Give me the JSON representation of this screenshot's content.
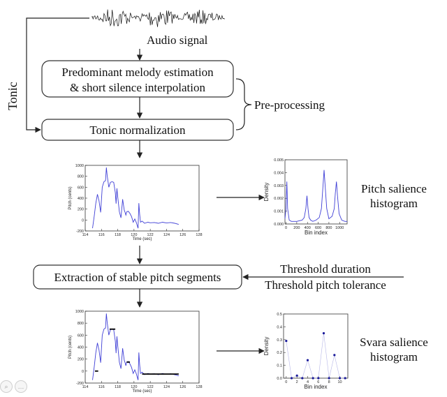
{
  "diagram": {
    "audio_label": "Audio signal",
    "tonic_label": "Tonic",
    "box_melody_line1": "Predominant melody estimation",
    "box_melody_line2": "& short silence interpolation",
    "box_tonic_norm": "Tonic normalization",
    "preprocessing_label": "Pre-processing",
    "box_extraction": "Extraction of stable pitch segments",
    "threshold_duration": "Threshold duration",
    "threshold_pitch": "Threshold pitch tolerance",
    "pitch_hist_line1": "Pitch salience",
    "pitch_hist_line2": "histogram",
    "svara_hist_line1": "Svara salience",
    "svara_hist_line2": "histogram"
  },
  "chart_data": [
    {
      "type": "line",
      "xlabel": "Time (sec)",
      "ylabel": "Pitch (cents)",
      "xlim": [
        114,
        128
      ],
      "ylim": [
        -200,
        1000
      ],
      "xticks": [
        114,
        116,
        118,
        120,
        122,
        124,
        126,
        128
      ],
      "yticks": [
        -200,
        0,
        200,
        400,
        600,
        800,
        1000
      ],
      "series": [
        {
          "x": [
            114.9,
            115.1,
            115.3,
            115.5,
            115.7,
            115.9,
            116.1,
            116.3,
            116.5,
            116.6,
            116.7,
            116.9,
            117.1,
            117.3,
            117.5,
            117.7,
            117.8,
            117.9,
            118.0,
            118.2,
            118.4,
            118.6,
            118.8,
            118.9,
            119.0,
            119.1,
            119.3,
            119.5,
            119.7,
            119.9,
            120.1,
            120.3,
            120.5,
            120.6,
            120.7,
            120.8,
            121.0,
            121.3,
            121.7,
            122.0,
            122.5,
            123.0,
            123.5,
            124.0,
            124.5,
            125.0,
            125.5
          ],
          "y": [
            -150,
            60,
            300,
            470,
            350,
            140,
            600,
            700,
            720,
            960,
            820,
            600,
            690,
            700,
            690,
            500,
            300,
            580,
            420,
            150,
            40,
            380,
            180,
            140,
            90,
            150,
            160,
            120,
            60,
            -40,
            20,
            -50,
            -150,
            310,
            100,
            -40,
            -20,
            -60,
            -40,
            -50,
            -45,
            -60,
            -40,
            -55,
            -45,
            -60,
            -80
          ]
        }
      ]
    },
    {
      "type": "line",
      "xlabel": "Bin index",
      "ylabel": "Density",
      "xlim": [
        -20,
        1140
      ],
      "ylim": [
        0,
        0.005
      ],
      "xticks": [
        0,
        200,
        400,
        600,
        800,
        1000
      ],
      "yticks": [
        0.0,
        0.001,
        0.002,
        0.003,
        0.004,
        0.005
      ],
      "series": [
        {
          "x": [
            -20,
            0,
            15,
            30,
            60,
            100,
            200,
            300,
            340,
            370,
            390,
            410,
            430,
            460,
            500,
            560,
            620,
            660,
            690,
            710,
            730,
            760,
            800,
            860,
            900,
            920,
            940,
            960,
            990,
            1040,
            1100,
            1140
          ],
          "y": [
            0.0004,
            0.0012,
            0.0033,
            0.0012,
            0.0003,
            0.0002,
            0.0002,
            0.0003,
            0.0005,
            0.0012,
            0.0022,
            0.0012,
            0.0005,
            0.0003,
            0.0002,
            0.0003,
            0.0005,
            0.0012,
            0.003,
            0.0042,
            0.003,
            0.0012,
            0.0004,
            0.0006,
            0.0012,
            0.0024,
            0.0033,
            0.0022,
            0.0008,
            0.0003,
            0.0002,
            0.0002
          ]
        }
      ]
    },
    {
      "type": "line",
      "xlabel": "Time (sec)",
      "ylabel": "Pitch (cents)",
      "xlim": [
        114,
        128
      ],
      "ylim": [
        -200,
        1000
      ],
      "xticks": [
        114,
        116,
        118,
        120,
        122,
        124,
        126,
        128
      ],
      "yticks": [
        -200,
        0,
        200,
        400,
        600,
        800,
        1000
      ],
      "series": [
        {
          "x": [
            114.9,
            115.1,
            115.3,
            115.5,
            115.7,
            115.9,
            116.1,
            116.3,
            116.5,
            116.6,
            116.7,
            116.9,
            117.1,
            117.3,
            117.5,
            117.7,
            117.8,
            117.9,
            118.0,
            118.2,
            118.4,
            118.6,
            118.8,
            118.9,
            119.0,
            119.1,
            119.3,
            119.5,
            119.7,
            119.9,
            120.1,
            120.3,
            120.5,
            120.6,
            120.7,
            120.8,
            121.0,
            121.3,
            121.7,
            122.0,
            122.5,
            123.0,
            123.5,
            124.0,
            124.5,
            125.0,
            125.5
          ],
          "y": [
            -150,
            60,
            300,
            470,
            350,
            140,
            600,
            700,
            720,
            960,
            820,
            600,
            690,
            700,
            690,
            500,
            300,
            580,
            420,
            150,
            40,
            380,
            180,
            140,
            90,
            150,
            160,
            120,
            60,
            -40,
            20,
            -50,
            -150,
            310,
            100,
            -40,
            -20,
            -60,
            -40,
            -50,
            -45,
            -60,
            -40,
            -55,
            -45,
            -60,
            -80
          ]
        }
      ],
      "segments": [
        {
          "x": [
            115.2,
            115.6
          ],
          "y": 0
        },
        {
          "x": [
            117.0,
            117.7
          ],
          "y": 700
        },
        {
          "x": [
            119.1,
            119.5
          ],
          "y": 150
        },
        {
          "x": [
            121.0,
            125.5
          ],
          "y": -50
        }
      ]
    },
    {
      "type": "scatter",
      "xlabel": "Bin index",
      "ylabel": "Density",
      "xlim": [
        -0.5,
        11.5
      ],
      "ylim": [
        0,
        0.5
      ],
      "xticks": [
        0,
        2,
        4,
        6,
        8,
        10
      ],
      "yticks": [
        0.0,
        0.1,
        0.2,
        0.3,
        0.4,
        0.5
      ],
      "series": [
        {
          "x": [
            0,
            1,
            2,
            3,
            4,
            5,
            6,
            7,
            8,
            9,
            10,
            11
          ],
          "y": [
            0.29,
            0.0,
            0.02,
            0.0,
            0.14,
            0.0,
            0.0,
            0.35,
            0.0,
            0.18,
            0.0,
            0.0
          ]
        }
      ]
    }
  ]
}
